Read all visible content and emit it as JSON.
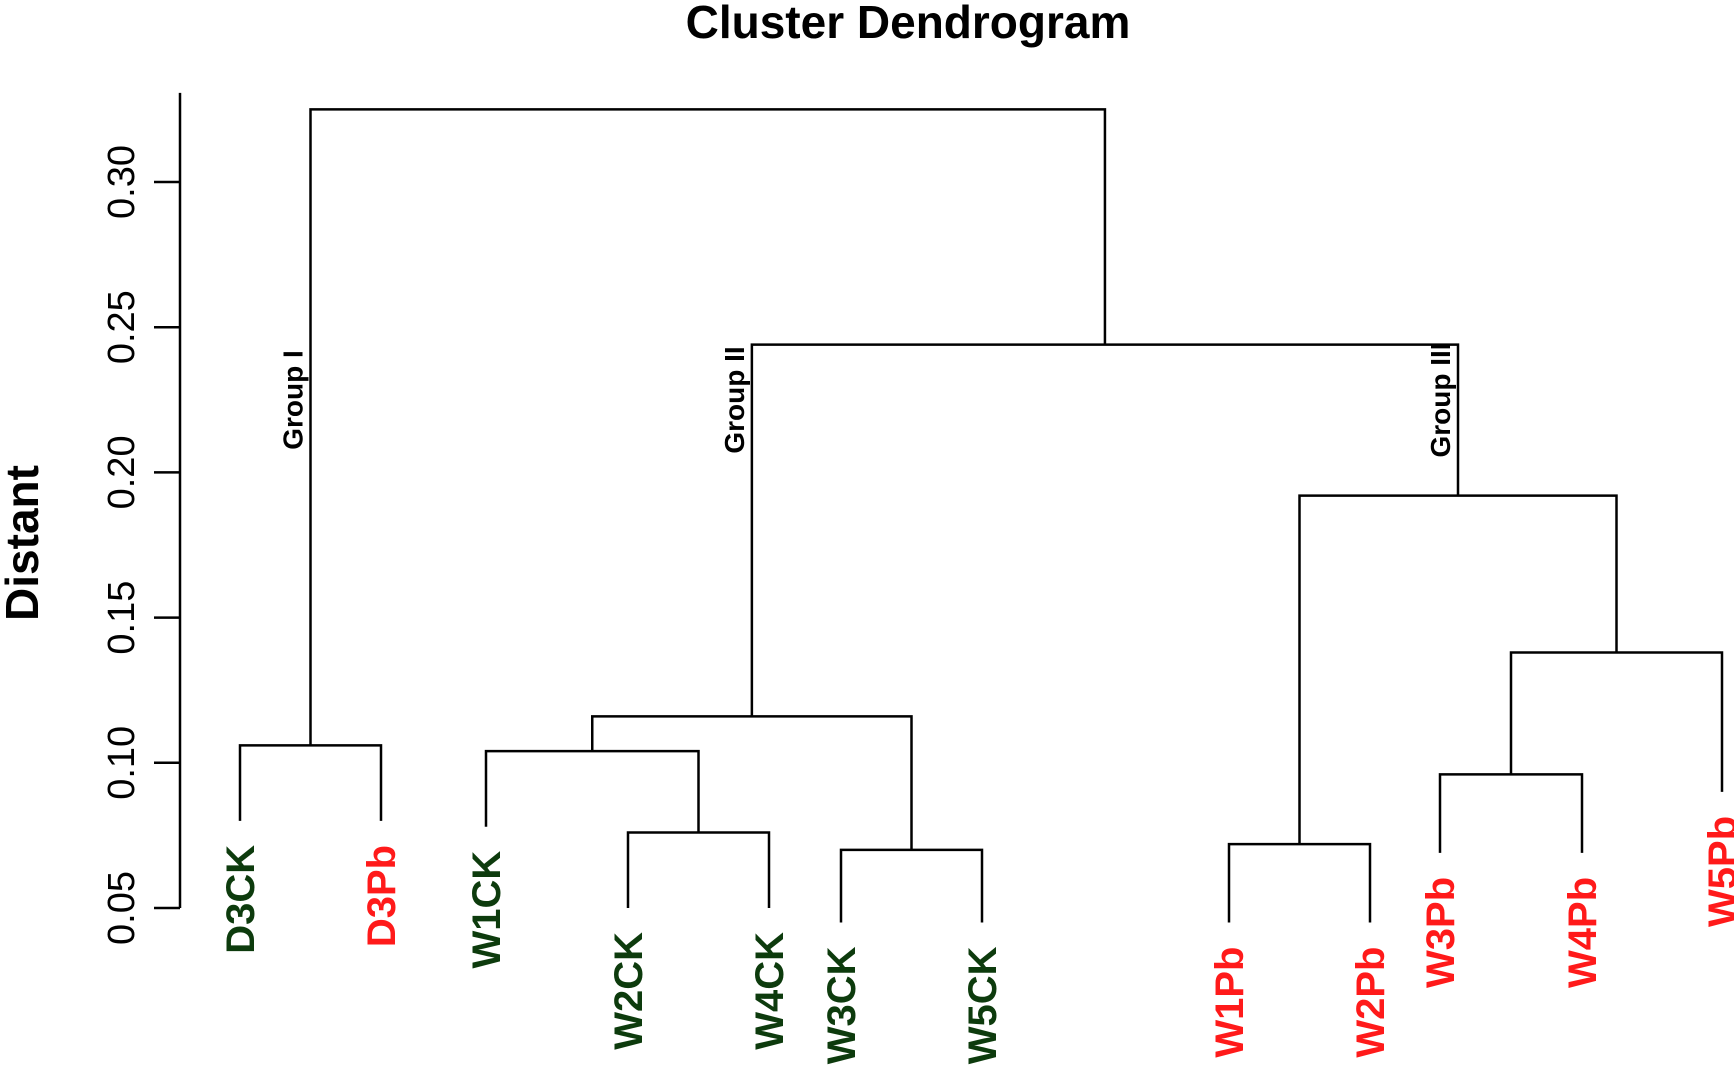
{
  "chart_data": {
    "type": "dendrogram",
    "title": "Cluster Dendrogram",
    "ylabel": "Distant",
    "xlabel": "",
    "ylim": [
      0.05,
      0.33
    ],
    "yticks": [
      0.05,
      0.1,
      0.15,
      0.2,
      0.25,
      0.3
    ],
    "ytick_labels": [
      "0.05",
      "0.10",
      "0.15",
      "0.20",
      "0.25",
      "0.30"
    ],
    "colors": {
      "CK": "#0d3b0d",
      "Pb": "#ff1a1a",
      "line": "#000000"
    },
    "leaves": [
      {
        "label": "D3CK",
        "type": "CK",
        "height": 0.08
      },
      {
        "label": "D3Pb",
        "type": "Pb",
        "height": 0.08
      },
      {
        "label": "W1CK",
        "type": "CK",
        "height": 0.078
      },
      {
        "label": "W2CK",
        "type": "CK",
        "height": 0.05
      },
      {
        "label": "W4CK",
        "type": "CK",
        "height": 0.05
      },
      {
        "label": "W3CK",
        "type": "CK",
        "height": 0.045
      },
      {
        "label": "W5CK",
        "type": "CK",
        "height": 0.045
      },
      {
        "label": "W1Pb",
        "type": "Pb",
        "height": 0.045
      },
      {
        "label": "W2Pb",
        "type": "Pb",
        "height": 0.045
      },
      {
        "label": "W3Pb",
        "type": "Pb",
        "height": 0.069
      },
      {
        "label": "W4Pb",
        "type": "Pb",
        "height": 0.069
      },
      {
        "label": "W5Pb",
        "type": "Pb",
        "height": 0.09
      }
    ],
    "merges": [
      {
        "id": "m1",
        "children": [
          "D3CK",
          "D3Pb"
        ],
        "height": 0.106
      },
      {
        "id": "m2",
        "children": [
          "W2CK",
          "W4CK"
        ],
        "height": 0.076
      },
      {
        "id": "m3",
        "children": [
          "W1CK",
          "m2"
        ],
        "height": 0.104
      },
      {
        "id": "m4",
        "children": [
          "W3CK",
          "W5CK"
        ],
        "height": 0.07
      },
      {
        "id": "m5",
        "children": [
          "m3",
          "m4"
        ],
        "height": 0.116
      },
      {
        "id": "m6",
        "children": [
          "W1Pb",
          "W2Pb"
        ],
        "height": 0.072
      },
      {
        "id": "m7",
        "children": [
          "W3Pb",
          "W4Pb"
        ],
        "height": 0.096
      },
      {
        "id": "m8",
        "children": [
          "m7",
          "W5Pb"
        ],
        "height": 0.138
      },
      {
        "id": "m9",
        "children": [
          "m6",
          "m8"
        ],
        "height": 0.192
      },
      {
        "id": "m10",
        "children": [
          "m5",
          "m9"
        ],
        "height": 0.244
      },
      {
        "id": "m11",
        "children": [
          "m1",
          "m10"
        ],
        "height": 0.325
      }
    ],
    "groups": [
      {
        "label": "Group  I",
        "branch": "m1"
      },
      {
        "label": "Group  II",
        "branch": "m5"
      },
      {
        "label": "Group  III",
        "branch": "m9"
      }
    ]
  }
}
